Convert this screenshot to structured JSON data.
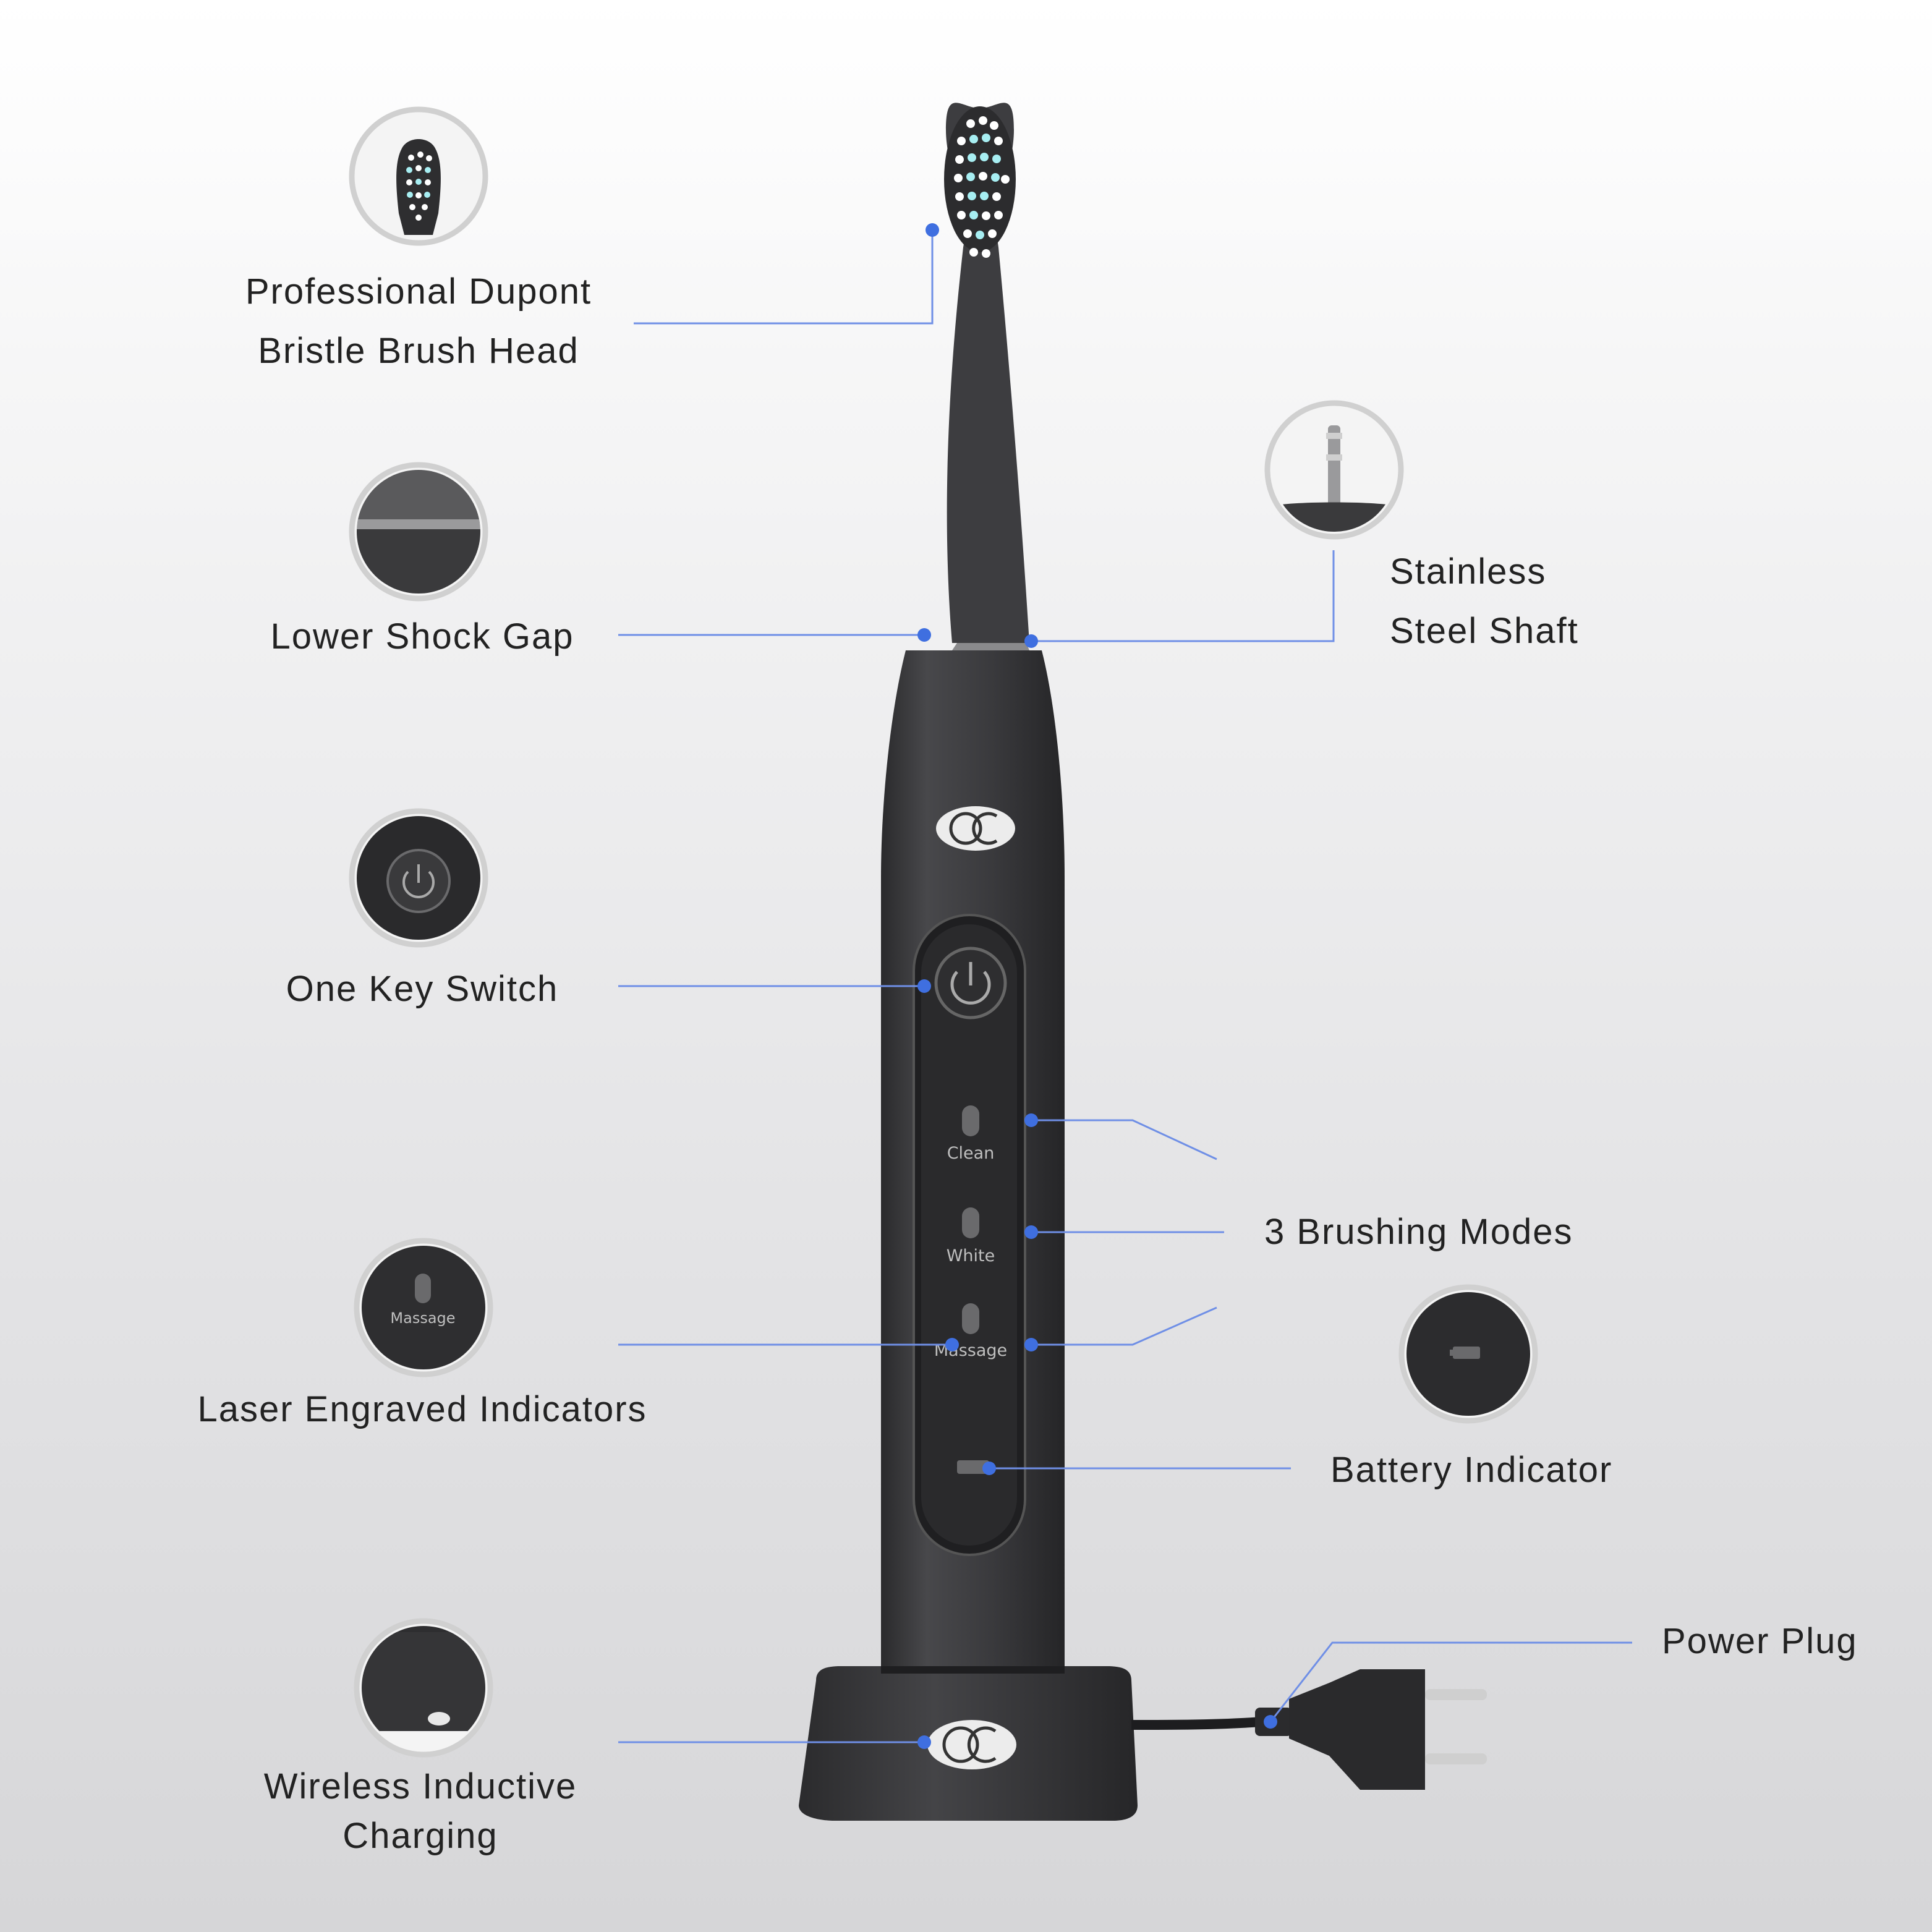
{
  "features": {
    "brush_head": {
      "line1": "Professional Dupont",
      "line2": "Bristle Brush Head"
    },
    "shock_gap": {
      "label": "Lower Shock Gap"
    },
    "switch": {
      "label": "One Key Switch"
    },
    "indicators": {
      "label": "Laser Engraved Indicators"
    },
    "charging": {
      "line1": "Wireless Inductive",
      "line2": "Charging"
    },
    "shaft": {
      "line1": "Stainless",
      "line2": "Steel Shaft"
    },
    "modes": {
      "label": "3 Brushing Modes"
    },
    "battery": {
      "label": "Battery Indicator"
    },
    "plug": {
      "label": "Power Plug"
    }
  },
  "engraved": {
    "clean": "Clean",
    "white": "White",
    "massage": "Massage",
    "thumb_massage": "Massage"
  },
  "colors": {
    "callout_line": "#6f8fe6",
    "callout_dot": "#3f6fe0",
    "body": "#3a3a3c",
    "thumb_ring": "#d0d0d0"
  },
  "icons": [
    "brush-head-icon",
    "shock-gap-icon",
    "power-icon",
    "indicator-icon",
    "charging-base-icon",
    "steel-shaft-icon",
    "battery-icon",
    "logo-icon"
  ]
}
